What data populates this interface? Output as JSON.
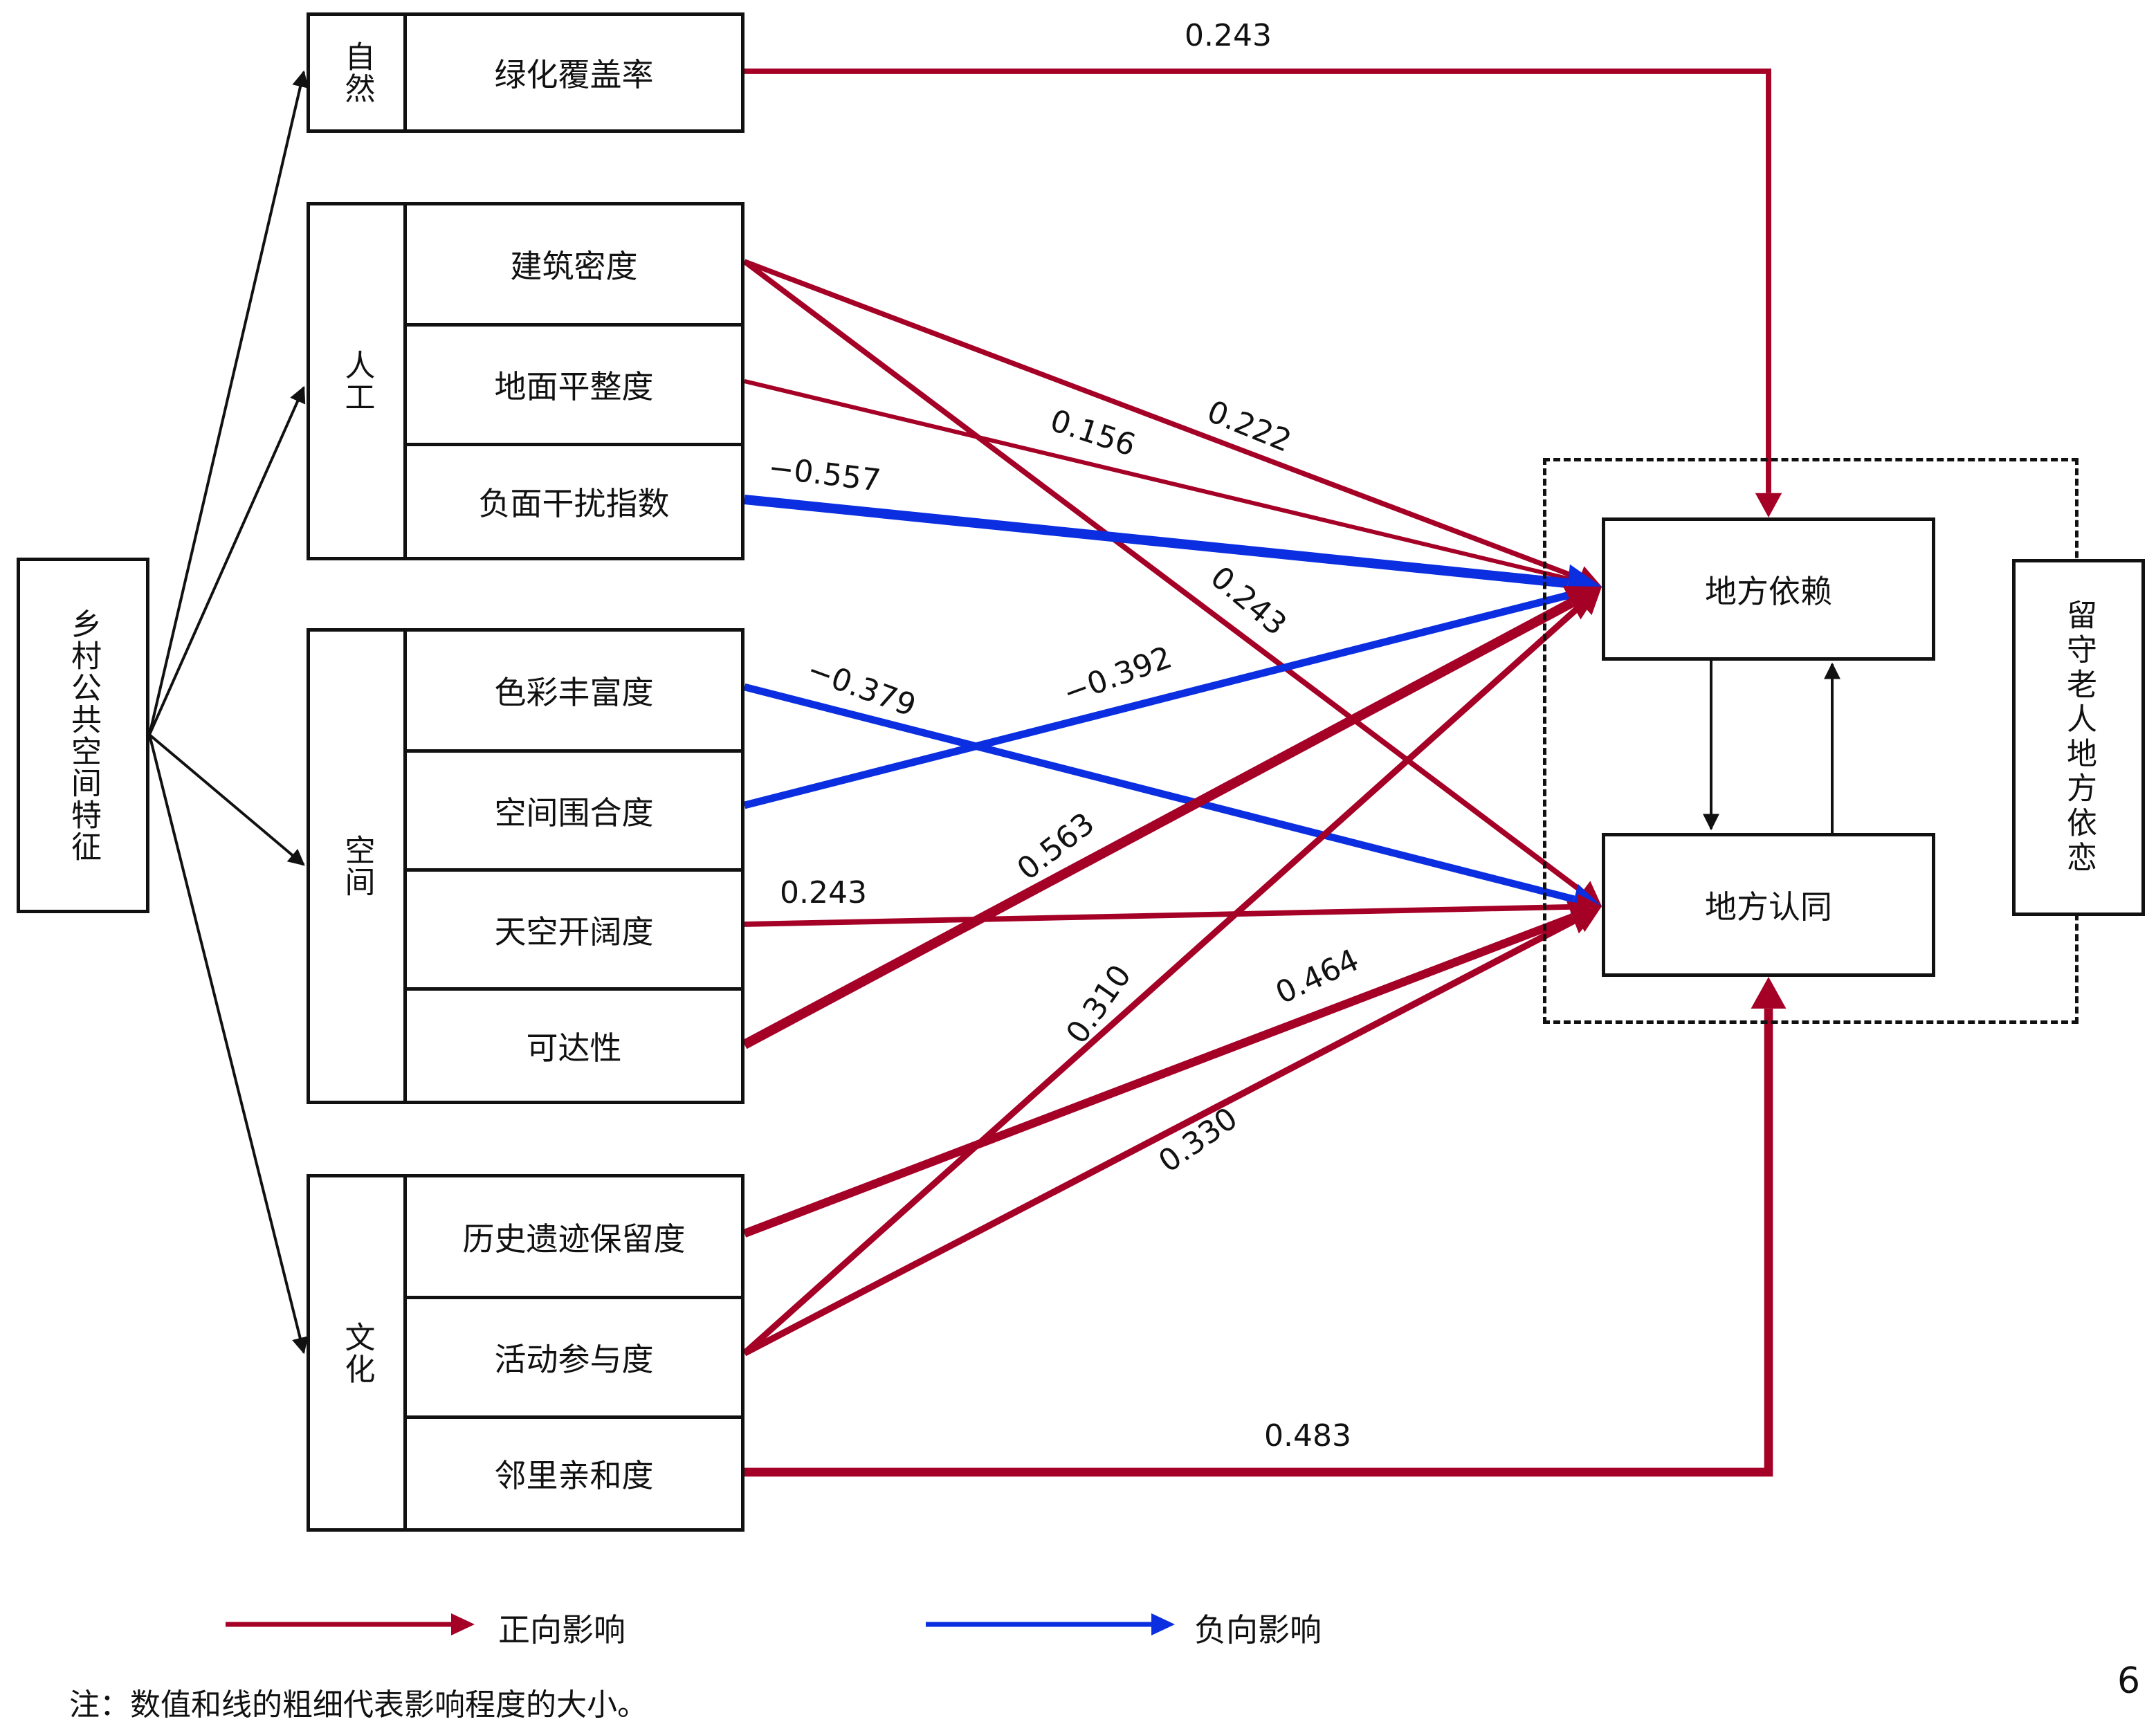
{
  "source": {
    "label": "乡村公共空间特征"
  },
  "groups": [
    {
      "category": "自然",
      "items": [
        "绿化覆盖率"
      ]
    },
    {
      "category": "人工",
      "items": [
        "建筑密度",
        "地面平整度",
        "负面干扰指数"
      ]
    },
    {
      "category": "空间",
      "items": [
        "色彩丰富度",
        "空间围合度",
        "天空开阔度",
        "可达性"
      ]
    },
    {
      "category": "文化",
      "items": [
        "历史遗迹保留度",
        "活动参与度",
        "邻里亲和度"
      ]
    }
  ],
  "outcomes": {
    "dependence": "地方依赖",
    "identity": "地方认同",
    "attachment": "留守老人地方依恋"
  },
  "paths": [
    {
      "from": "绿化覆盖率",
      "to": "地方依赖",
      "value": 0.243,
      "label": "0.243",
      "sign": "positive"
    },
    {
      "from": "建筑密度",
      "to": "地方依赖",
      "value": 0.222,
      "label": "0.222",
      "sign": "positive"
    },
    {
      "from": "建筑密度",
      "to": "地方认同",
      "value": 0.243,
      "label": "0.243",
      "sign": "positive"
    },
    {
      "from": "地面平整度",
      "to": "地方依赖",
      "value": 0.156,
      "label": "0.156",
      "sign": "positive"
    },
    {
      "from": "负面干扰指数",
      "to": "地方依赖",
      "value": -0.557,
      "label": "−0.557",
      "sign": "negative"
    },
    {
      "from": "色彩丰富度",
      "to": "地方认同",
      "value": -0.379,
      "label": "−0.379",
      "sign": "negative"
    },
    {
      "from": "空间围合度",
      "to": "地方依赖",
      "value": -0.392,
      "label": "−0.392",
      "sign": "negative"
    },
    {
      "from": "天空开阔度",
      "to": "地方认同",
      "value": 0.243,
      "label": "0.243",
      "sign": "positive"
    },
    {
      "from": "可达性",
      "to": "地方依赖",
      "value": 0.563,
      "label": "0.563",
      "sign": "positive"
    },
    {
      "from": "历史遗迹保留度",
      "to": "地方认同",
      "value": 0.464,
      "label": "0.464",
      "sign": "positive"
    },
    {
      "from": "活动参与度",
      "to": "地方依赖",
      "value": 0.31,
      "label": "0.310",
      "sign": "positive"
    },
    {
      "from": "活动参与度",
      "to": "地方认同",
      "value": 0.33,
      "label": "0.330",
      "sign": "positive"
    },
    {
      "from": "邻里亲和度",
      "to": "地方认同",
      "value": 0.483,
      "label": "0.483",
      "sign": "positive"
    }
  ],
  "colors": {
    "positive": "#a50026",
    "negative": "#0a2ee0",
    "neutral": "#111111"
  },
  "legend": {
    "positive": "正向影响",
    "negative": "负向影响"
  },
  "note": "注：数值和线的粗细代表影响程度的大小。",
  "page_number": "6"
}
